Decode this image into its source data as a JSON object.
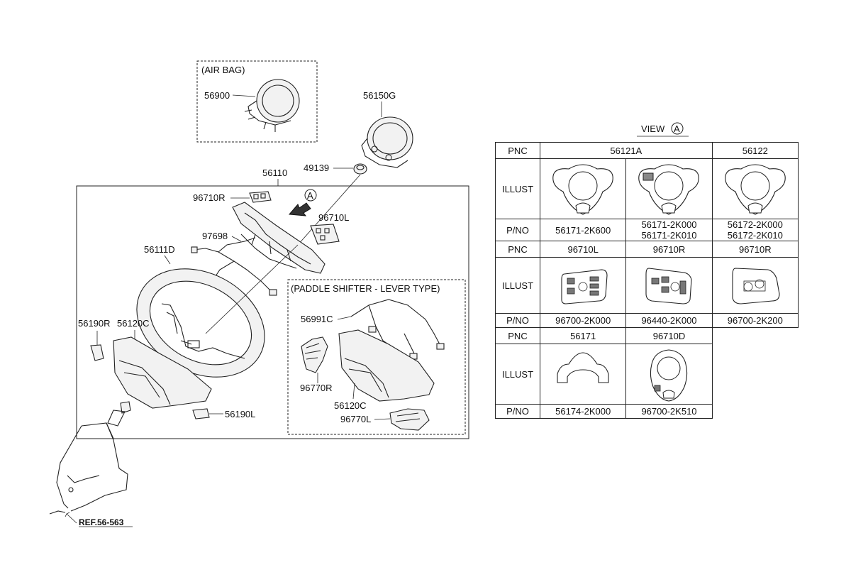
{
  "diagram": {
    "labels": {
      "airbag_box": "(AIR BAG)",
      "p56900": "56900",
      "p56150G": "56150G",
      "p49139": "49139",
      "p56110": "56110",
      "p96710R": "96710R",
      "p96710L": "96710L",
      "p97698": "97698",
      "p56111D": "56111D",
      "p56190R": "56190R",
      "p56120C": "56120C",
      "p56190L": "56190L",
      "view_marker": "A",
      "paddle_box": "(PADDLE SHIFTER - LEVER TYPE)",
      "p56991C": "56991C",
      "p96770R": "96770R",
      "p56120C_b": "56120C",
      "p96770L": "96770L",
      "ref": "REF.56-563"
    }
  },
  "view": {
    "title": "VIEW",
    "marker": "A",
    "table": {
      "header_pnc": "PNC",
      "header_illust": "ILLUST",
      "header_pno": "P/NO",
      "group1": {
        "pnc_a": "56121A",
        "pnc_b": "56122",
        "pno_1": "56171-2K600",
        "pno_2a": "56171-2K000",
        "pno_2b": "56171-2K010",
        "pno_3a": "56172-2K000",
        "pno_3b": "56172-2K010"
      },
      "group2": {
        "pnc_1": "96710L",
        "pnc_2": "96710R",
        "pnc_3": "96710R",
        "pno_1": "96700-2K000",
        "pno_2": "96440-2K000",
        "pno_3": "96700-2K200"
      },
      "group3": {
        "pnc_1": "56171",
        "pnc_2": "96710D",
        "pno_1": "56174-2K000",
        "pno_2": "96700-2K510"
      }
    }
  }
}
